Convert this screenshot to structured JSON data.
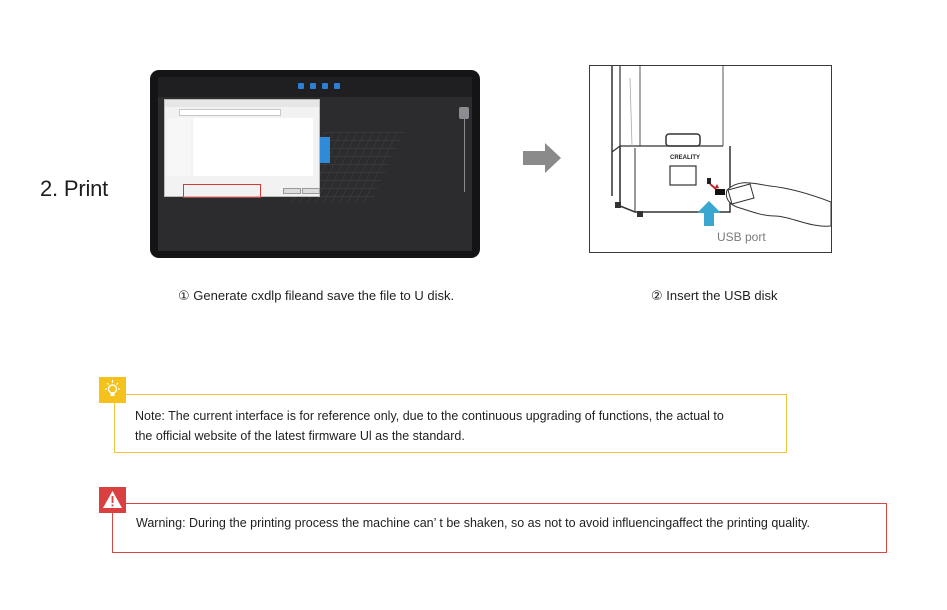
{
  "section": {
    "title": "2. Print"
  },
  "steps": [
    {
      "caption": "① Generate cxdlp fileand save the file to U disk."
    },
    {
      "caption": "② Insert the USB disk"
    }
  ],
  "printer": {
    "brand": "CREALITY",
    "usb_label": "USB port"
  },
  "note": {
    "icon": "lightbulb-icon",
    "color": "#f5c21c",
    "line1": "Note: The current interface is for reference only, due to the continuous upgrading of functions, the actual to",
    "line2": "the official website of the latest firmware Ul as the standard."
  },
  "warning": {
    "icon": "warning-triangle-icon",
    "color": "#d9403f",
    "text": "Warning: During the printing process the machine can’ t be shaken, so as not to avoid influencingaffect the printing quality."
  }
}
